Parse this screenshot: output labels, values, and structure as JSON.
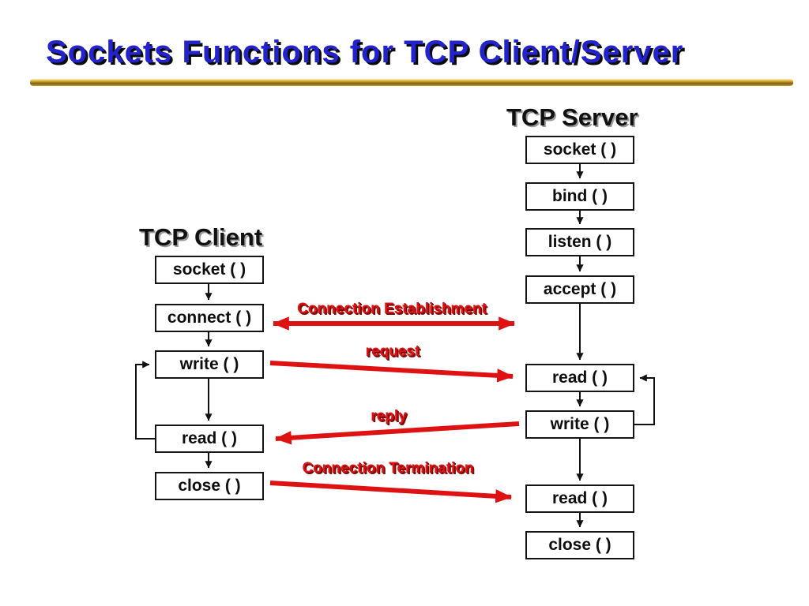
{
  "slide": {
    "title": "Sockets Functions for TCP Client/Server"
  },
  "colors": {
    "title_blue": "#2323CD",
    "arrow_red": "#DE1212",
    "red_shadow": "#7C0A0A",
    "box_border": "#141414",
    "gold_light": "#F9EFB4",
    "gold_mid": "#DDB23A",
    "gold_dark": "#7E5E17",
    "gold_mid2": "#CAA12E"
  },
  "client": {
    "heading": "TCP Client",
    "boxes": [
      "socket ( )",
      "connect ( )",
      "write ( )",
      "read ( )",
      "close ( )"
    ]
  },
  "server": {
    "heading": "TCP Server",
    "boxes": [
      "socket ( )",
      "bind ( )",
      "listen ( )",
      "accept ( )",
      "read ( )",
      "write ( )",
      "read ( )",
      "close ( )"
    ]
  },
  "flow_labels": {
    "establishment": "Connection Establishment",
    "request": "request",
    "reply": "reply",
    "termination": "Connection Termination"
  }
}
